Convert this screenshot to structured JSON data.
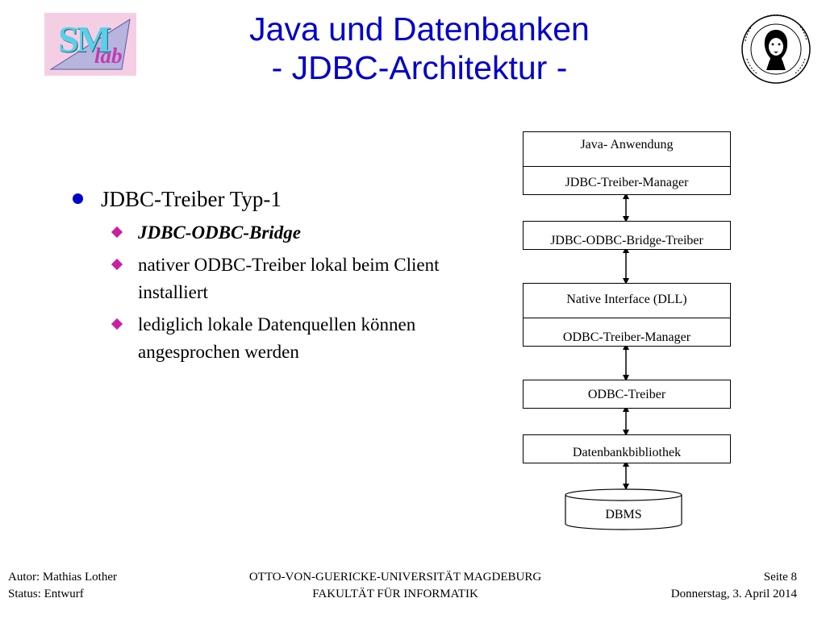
{
  "logo": {
    "text_main": "SM",
    "text_sub": "lab"
  },
  "title": {
    "line1": "Java und Datenbanken",
    "line2": "- JDBC-Architektur -"
  },
  "bullets": {
    "main": "JDBC-Treiber Typ-1",
    "sub": [
      "JDBC-ODBC-Bridge",
      "nativer ODBC-Treiber lokal beim Client installiert",
      "lediglich lokale Datenquellen können angesprochen werden"
    ]
  },
  "diagram": {
    "box1_top": "Java- Anwendung",
    "box1_bottom": "JDBC-Treiber-Manager",
    "box2": "JDBC-ODBC-Bridge-Treiber",
    "box3_top": "Native Interface (DLL)",
    "box3_bottom": "ODBC-Treiber-Manager",
    "box4": "ODBC-Treiber",
    "box5": "Datenbankbibliothek",
    "cylinder": "DBMS"
  },
  "footer": {
    "author": "Autor: Mathias Lother",
    "status": "Status: Entwurf",
    "university": "OTTO-VON-GUERICKE-UNIVERSITÄT MAGDEBURG",
    "faculty": "FAKULTÄT FÜR INFORMATIK",
    "page": "Seite 8",
    "date": "Donnerstag, 3. April 2014"
  },
  "colors": {
    "title": "#0000cc",
    "bullet": "#0000cc",
    "sub_bullet": "#cc1ea3",
    "logo_bg": "#f4cfe4"
  }
}
